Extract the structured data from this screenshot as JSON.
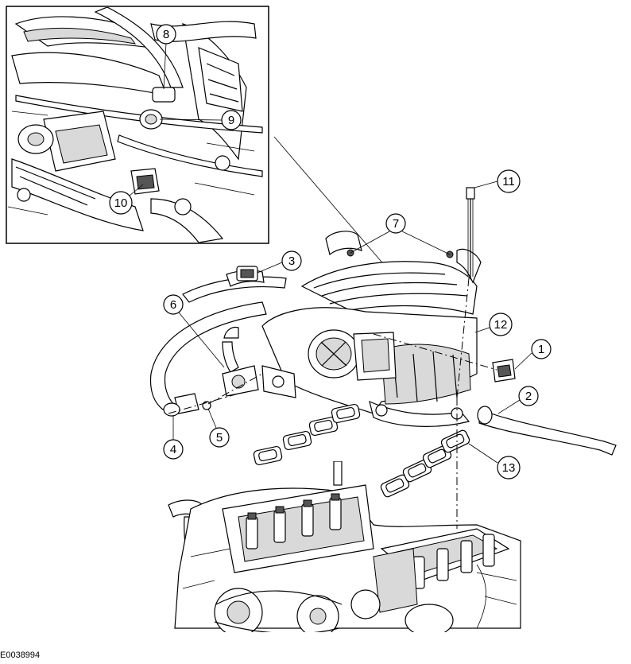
{
  "figure_id": "E0038994",
  "callouts": [
    "1",
    "2",
    "3",
    "4",
    "5",
    "6",
    "7",
    "8",
    "9",
    "10",
    "11",
    "12",
    "13"
  ],
  "inset": {
    "callouts": [
      "8",
      "9",
      "10"
    ]
  }
}
